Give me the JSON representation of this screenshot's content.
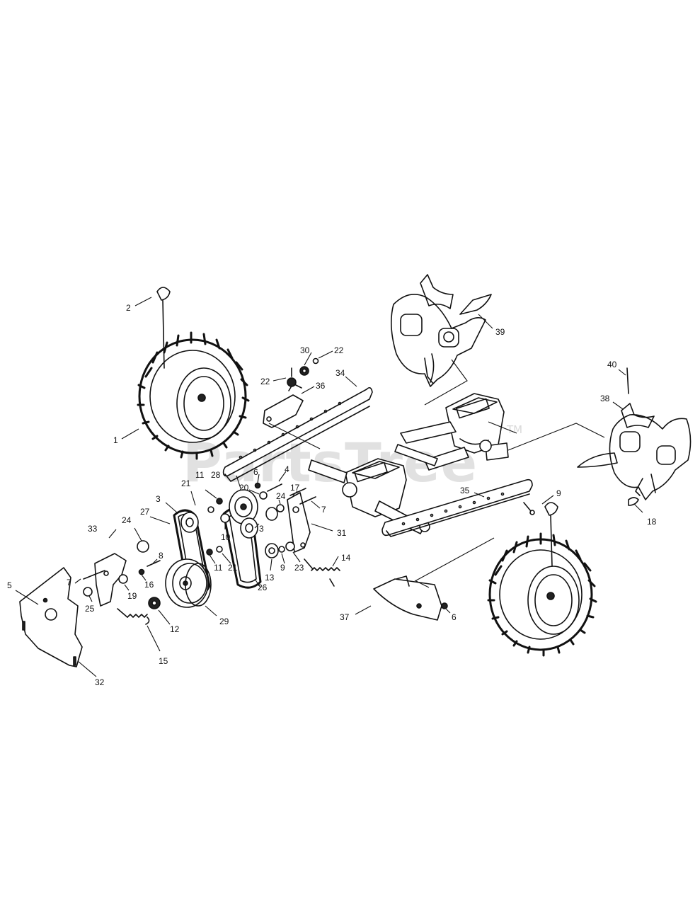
{
  "watermark": {
    "text": "PartsTree",
    "tm": "TM"
  },
  "callouts": [
    {
      "id": "c1",
      "label": "1"
    },
    {
      "id": "c2",
      "label": "2"
    },
    {
      "id": "c3a",
      "label": "3"
    },
    {
      "id": "c3b",
      "label": "3"
    },
    {
      "id": "c4",
      "label": "4"
    },
    {
      "id": "c5",
      "label": "5"
    },
    {
      "id": "c6a",
      "label": "6"
    },
    {
      "id": "c6b",
      "label": "6"
    },
    {
      "id": "c7a",
      "label": "7"
    },
    {
      "id": "c7b",
      "label": "7"
    },
    {
      "id": "c8",
      "label": "8"
    },
    {
      "id": "c9a",
      "label": "9"
    },
    {
      "id": "c9b",
      "label": "9"
    },
    {
      "id": "c10",
      "label": "10"
    },
    {
      "id": "c11a",
      "label": "11"
    },
    {
      "id": "c11b",
      "label": "11"
    },
    {
      "id": "c12",
      "label": "12"
    },
    {
      "id": "c13",
      "label": "13"
    },
    {
      "id": "c14",
      "label": "14"
    },
    {
      "id": "c15",
      "label": "15"
    },
    {
      "id": "c16",
      "label": "16"
    },
    {
      "id": "c17",
      "label": "17"
    },
    {
      "id": "c18",
      "label": "18"
    },
    {
      "id": "c19",
      "label": "19"
    },
    {
      "id": "c20",
      "label": "20"
    },
    {
      "id": "c21a",
      "label": "21"
    },
    {
      "id": "c21b",
      "label": "21"
    },
    {
      "id": "c22a",
      "label": "22"
    },
    {
      "id": "c22b",
      "label": "22"
    },
    {
      "id": "c23",
      "label": "23"
    },
    {
      "id": "c24a",
      "label": "24"
    },
    {
      "id": "c24b",
      "label": "24"
    },
    {
      "id": "c25",
      "label": "25"
    },
    {
      "id": "c26",
      "label": "26"
    },
    {
      "id": "c27",
      "label": "27"
    },
    {
      "id": "c28",
      "label": "28"
    },
    {
      "id": "c29",
      "label": "29"
    },
    {
      "id": "c30",
      "label": "30"
    },
    {
      "id": "c31",
      "label": "31"
    },
    {
      "id": "c32",
      "label": "32"
    },
    {
      "id": "c33",
      "label": "33"
    },
    {
      "id": "c34",
      "label": "34"
    },
    {
      "id": "c35",
      "label": "35"
    },
    {
      "id": "c36",
      "label": "36"
    },
    {
      "id": "c37",
      "label": "37"
    },
    {
      "id": "c38",
      "label": "38"
    },
    {
      "id": "c39",
      "label": "39"
    },
    {
      "id": "c40",
      "label": "40"
    }
  ]
}
